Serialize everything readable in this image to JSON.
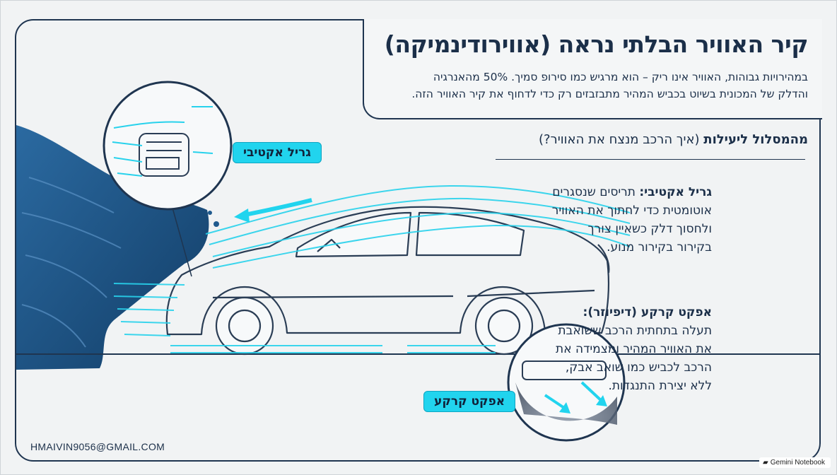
{
  "header": {
    "title": "קיר האוויר הבלתי נראה (אווירודינמיקה)",
    "subtitle_line1": "במהירויות גבוהות, האוויר אינו ריק – הוא מרגיש כמו סירופ סמיך. 50% מהאנרגיה",
    "subtitle_line2": "והדלק של המכונית בשיוט בכביש המהיר מתבזבזים רק כדי לדחוף את קיר האוויר הזה."
  },
  "section": {
    "heading_bold": "מהמסלול ליעילות",
    "heading_rest": " (איך הרכב מנצח את האוויר?)"
  },
  "features": [
    {
      "title": "גריל אקטיבי:",
      "text": " תריסים שנסגרים אוטומטית כדי לחתוך את האוויר ולחסוך דלק כשאיין צורך בקירור בקירור מנוע."
    },
    {
      "title": "אפקט קרקע (דיפיוזר):",
      "text": " תעלה בתחתית הרכב ששואבת את האוויר המהיר ומצמידה את הרכב לכביש כמו שואב אבק, ללא יצירת התנגדות."
    }
  ],
  "callouts": {
    "grille_label": "גריל אקטיבי",
    "ground_label": "אפקט קרקע"
  },
  "footer": {
    "email": "HMAIVIN9056@GMAIL.COM",
    "brand": "Gemini Notebook"
  },
  "colors": {
    "navy": "#1b2f49",
    "cyan": "#21d4ee",
    "wave": "#1f5a8e",
    "background": "#f1f3f4"
  }
}
